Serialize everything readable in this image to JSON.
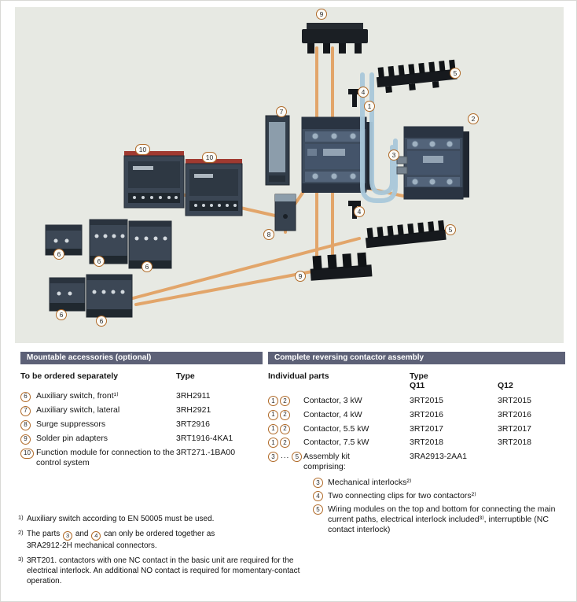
{
  "colors": {
    "callout_border": "#b06a28",
    "header_bar": "#5d6177",
    "orange_line": "#e2a264",
    "blue_tube": "#a9c8da",
    "diagram_bg": "#e7e9e3"
  },
  "diagram": {
    "callouts": [
      {
        "n": "9"
      },
      {
        "n": "5"
      },
      {
        "n": "4"
      },
      {
        "n": "1"
      },
      {
        "n": "7"
      },
      {
        "n": "2"
      },
      {
        "n": "3"
      },
      {
        "n": "10"
      },
      {
        "n": "10"
      },
      {
        "n": "4"
      },
      {
        "n": "5"
      },
      {
        "n": "8"
      },
      {
        "n": "9"
      },
      {
        "n": "6"
      },
      {
        "n": "6"
      },
      {
        "n": "6"
      },
      {
        "n": "6"
      },
      {
        "n": "6"
      }
    ]
  },
  "accessories_table": {
    "title": "Mountable accessories (optional)",
    "col1": "To be ordered separately",
    "col2": "Type",
    "rows": [
      {
        "num": "6",
        "label": "Auxiliary switch, front¹⁾",
        "type": "3RH2911"
      },
      {
        "num": "7",
        "label": "Auxiliary switch, lateral",
        "type": "3RH2921"
      },
      {
        "num": "8",
        "label": "Surge suppressors",
        "type": "3RT2916"
      },
      {
        "num": "9",
        "label": "Solder pin adapters",
        "type": "3RT1916-4KA1"
      },
      {
        "num": "10",
        "label": "Function module for connection to the control system",
        "type": "3RT271.-1BA00"
      }
    ]
  },
  "assembly_table": {
    "title": "Complete reversing contactor assembly",
    "col1": "Individual parts",
    "col2": "Type",
    "col2a": "Q11",
    "col2b": "Q12",
    "rows": [
      {
        "n1": "1",
        "n2": "2",
        "label": "Contactor, 3 kW",
        "q11": "3RT2015",
        "q12": "3RT2015"
      },
      {
        "n1": "1",
        "n2": "2",
        "label": "Contactor, 4 kW",
        "q11": "3RT2016",
        "q12": "3RT2016"
      },
      {
        "n1": "1",
        "n2": "2",
        "label": "Contactor, 5.5 kW",
        "q11": "3RT2017",
        "q12": "3RT2017"
      },
      {
        "n1": "1",
        "n2": "2",
        "label": "Contactor, 7.5 kW",
        "q11": "3RT2018",
        "q12": "3RT2018"
      }
    ],
    "kit": {
      "n1": "3",
      "dots": "...",
      "n2": "5",
      "label": "Assembly kit",
      "label2": "comprising:",
      "q11": "3RA2913-2AA1"
    },
    "kit_items": [
      {
        "num": "3",
        "text": "Mechanical interlocks²⁾"
      },
      {
        "num": "4",
        "text": "Two connecting clips for two contactors²⁾"
      },
      {
        "num": "5",
        "text": "Wiring modules on the top and bottom for connecting the main current paths, electrical interlock included³⁾, interruptible (NC contact interlock)"
      }
    ]
  },
  "footnotes": {
    "f1": {
      "marker": "1)",
      "text": "Auxiliary switch according to EN 50005 must be used."
    },
    "f2": {
      "marker": "2)",
      "pre": "The parts",
      "c1": "3",
      "mid": "and",
      "c2": "4",
      "post": "can only be ordered together as",
      "line2": "3RA2912-2H mechanical connectors."
    },
    "f3": {
      "marker": "3)",
      "text": "3RT201. contactors with one NC contact in the basic unit are required for the electrical interlock. An additional NO contact is required for momentary-contact operation."
    }
  }
}
